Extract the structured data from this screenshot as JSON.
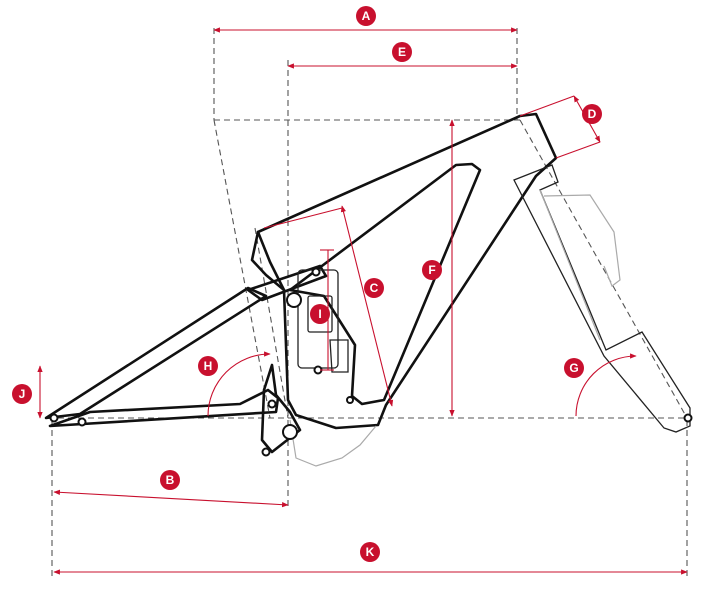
{
  "colors": {
    "accent": "#c8102e",
    "frame": "#111111",
    "guide": "#555555"
  },
  "labels": {
    "A": "A",
    "B": "B",
    "C": "C",
    "D": "D",
    "E": "E",
    "F": "F",
    "G": "G",
    "H": "H",
    "I": "I",
    "J": "J",
    "K": "K"
  }
}
